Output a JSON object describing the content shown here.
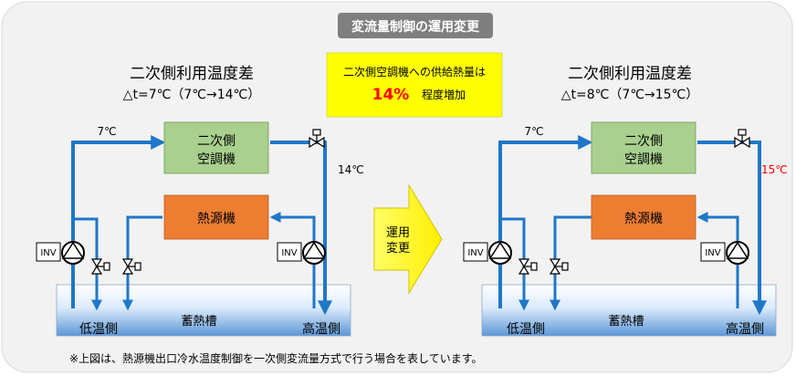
{
  "title": "変流量制御の運用変更",
  "callout": {
    "line1": "二次側空調機への供給熱量は",
    "percent": "14%",
    "suffix": "程度増加"
  },
  "arrow_label_line1": "運用",
  "arrow_label_line2": "変更",
  "footnote": "※上図は、熱源機出口冷水温度制御を一次側変流量方式で行う場合を表しています。",
  "left": {
    "heading": "二次側利用温度差",
    "delta": "△t=7℃（7℃→14℃）",
    "supply_temp": "7℃",
    "return_temp": "14℃",
    "ahu_line1": "二次側",
    "ahu_line2": "空調機",
    "heat_source": "熱源機",
    "tank": "蓄熱槽",
    "low_side": "低温側",
    "high_side": "高温側",
    "inv1": "INV",
    "inv2": "INV"
  },
  "right": {
    "heading": "二次側利用温度差",
    "delta": "△t=8℃（7℃→15℃）",
    "supply_temp": "7℃",
    "return_temp": "15℃",
    "ahu_line1": "二次側",
    "ahu_line2": "空調機",
    "heat_source": "熱源機",
    "tank": "蓄熱槽",
    "low_side": "低温側",
    "high_side": "高温側",
    "inv1": "INV",
    "inv2": "INV"
  },
  "colors": {
    "pipe": "#1f77c8",
    "ahu": "#a9d08e",
    "heat_source": "#ed7d31",
    "callout": "#ffff00",
    "percent": "#ff0000",
    "arrow": "#ffff00",
    "return_right": "#ff0000"
  }
}
